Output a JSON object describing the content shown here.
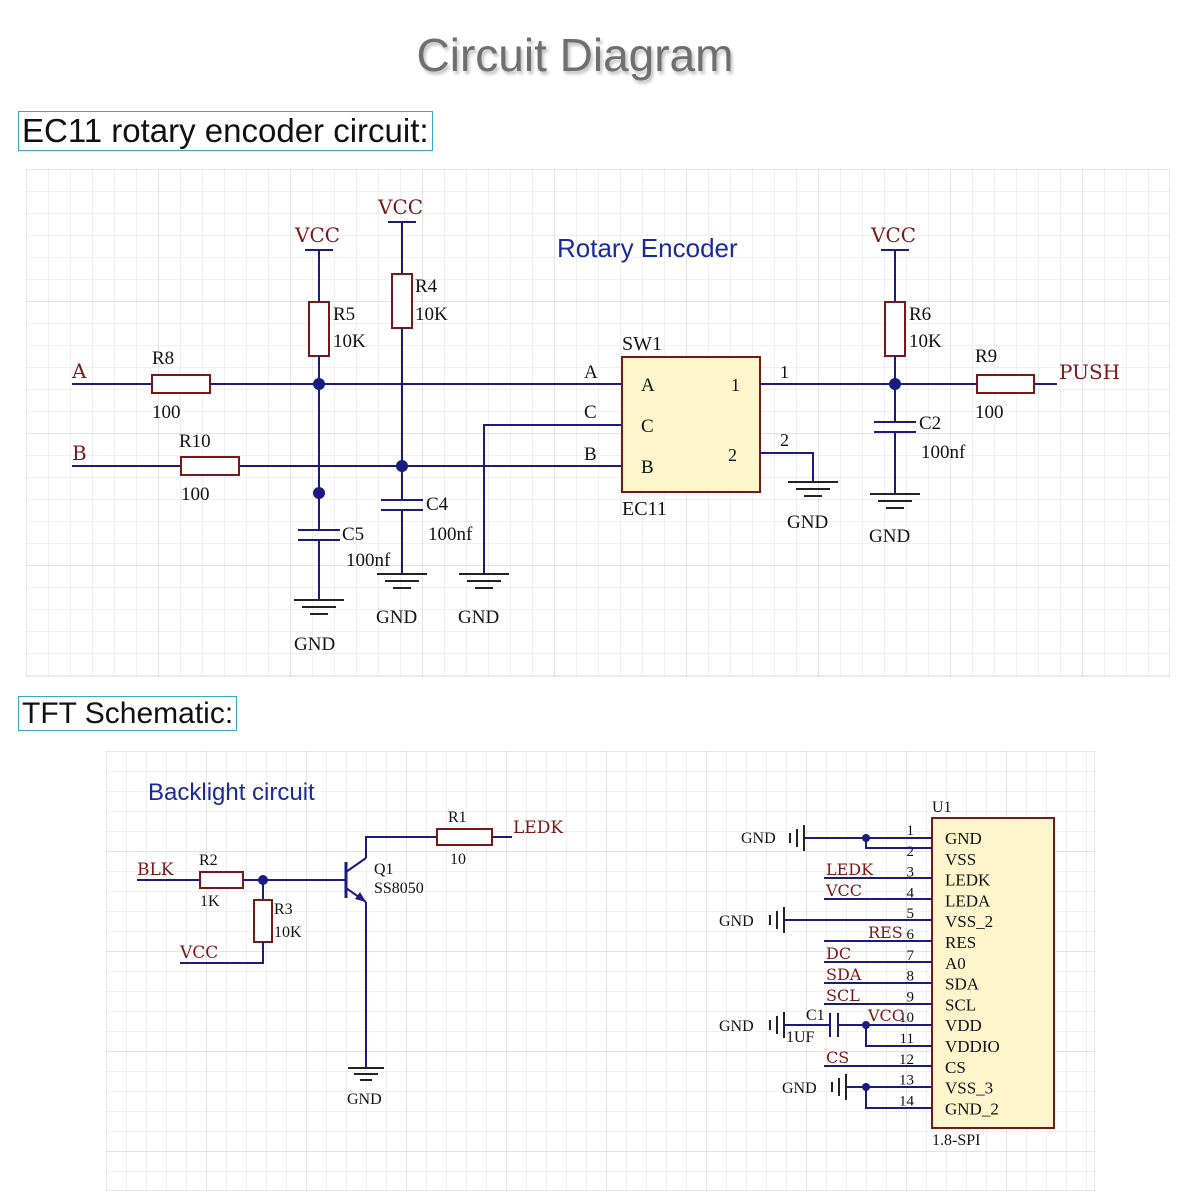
{
  "title": "Circuit Diagram",
  "ec11_section": {
    "label": "EC11 rotary encoder circuit:",
    "heading": "Rotary Encoder",
    "net_a": "A",
    "net_b": "B",
    "push": "PUSH",
    "vcc": "VCC",
    "gnd": "GND",
    "components": {
      "r8": {
        "ref": "R8",
        "value": "100"
      },
      "r10": {
        "ref": "R10",
        "value": "100"
      },
      "r5": {
        "ref": "R5",
        "value": "10K"
      },
      "r4": {
        "ref": "R4",
        "value": "10K"
      },
      "r6": {
        "ref": "R6",
        "value": "10K"
      },
      "r9": {
        "ref": "R9",
        "value": "100"
      },
      "c5": {
        "ref": "C5",
        "value": "100nf"
      },
      "c4": {
        "ref": "C4",
        "value": "100nf"
      },
      "c2": {
        "ref": "C2",
        "value": "100nf"
      },
      "sw1": {
        "ref": "SW1",
        "part": "EC11",
        "pins_left": [
          "A",
          "C",
          "B"
        ],
        "pins_right": [
          "1",
          "2"
        ]
      }
    }
  },
  "tft_section": {
    "label": "TFT Schematic:",
    "backlight": {
      "heading": "Backlight circuit",
      "blk": "BLK",
      "vcc": "VCC",
      "ledk": "LEDK",
      "gnd": "GND",
      "r1": {
        "ref": "R1",
        "value": "10"
      },
      "r2": {
        "ref": "R2",
        "value": "1K"
      },
      "r3": {
        "ref": "R3",
        "value": "10K"
      },
      "q1": {
        "ref": "Q1",
        "part": "SS8050"
      }
    },
    "connector": {
      "ref": "U1",
      "part": "1.8-SPI",
      "c1": {
        "ref": "C1",
        "value": "1UF"
      },
      "gnd": "GND",
      "nets": {
        "ledk": "LEDK",
        "vcc": "VCC",
        "res": "RES",
        "dc": "DC",
        "sda": "SDA",
        "scl": "SCL",
        "vcc10": "VCC",
        "cs": "CS"
      },
      "pins": [
        {
          "num": "1",
          "name": "GND"
        },
        {
          "num": "2",
          "name": "VSS"
        },
        {
          "num": "3",
          "name": "LEDK"
        },
        {
          "num": "4",
          "name": "LEDA"
        },
        {
          "num": "5",
          "name": "VSS_2"
        },
        {
          "num": "6",
          "name": "RES"
        },
        {
          "num": "7",
          "name": "A0"
        },
        {
          "num": "8",
          "name": "SDA"
        },
        {
          "num": "9",
          "name": "SCL"
        },
        {
          "num": "10",
          "name": "VDD"
        },
        {
          "num": "11",
          "name": "VDDIO"
        },
        {
          "num": "12",
          "name": "CS"
        },
        {
          "num": "13",
          "name": "VSS_3"
        },
        {
          "num": "14",
          "name": "GND_2"
        }
      ]
    }
  }
}
